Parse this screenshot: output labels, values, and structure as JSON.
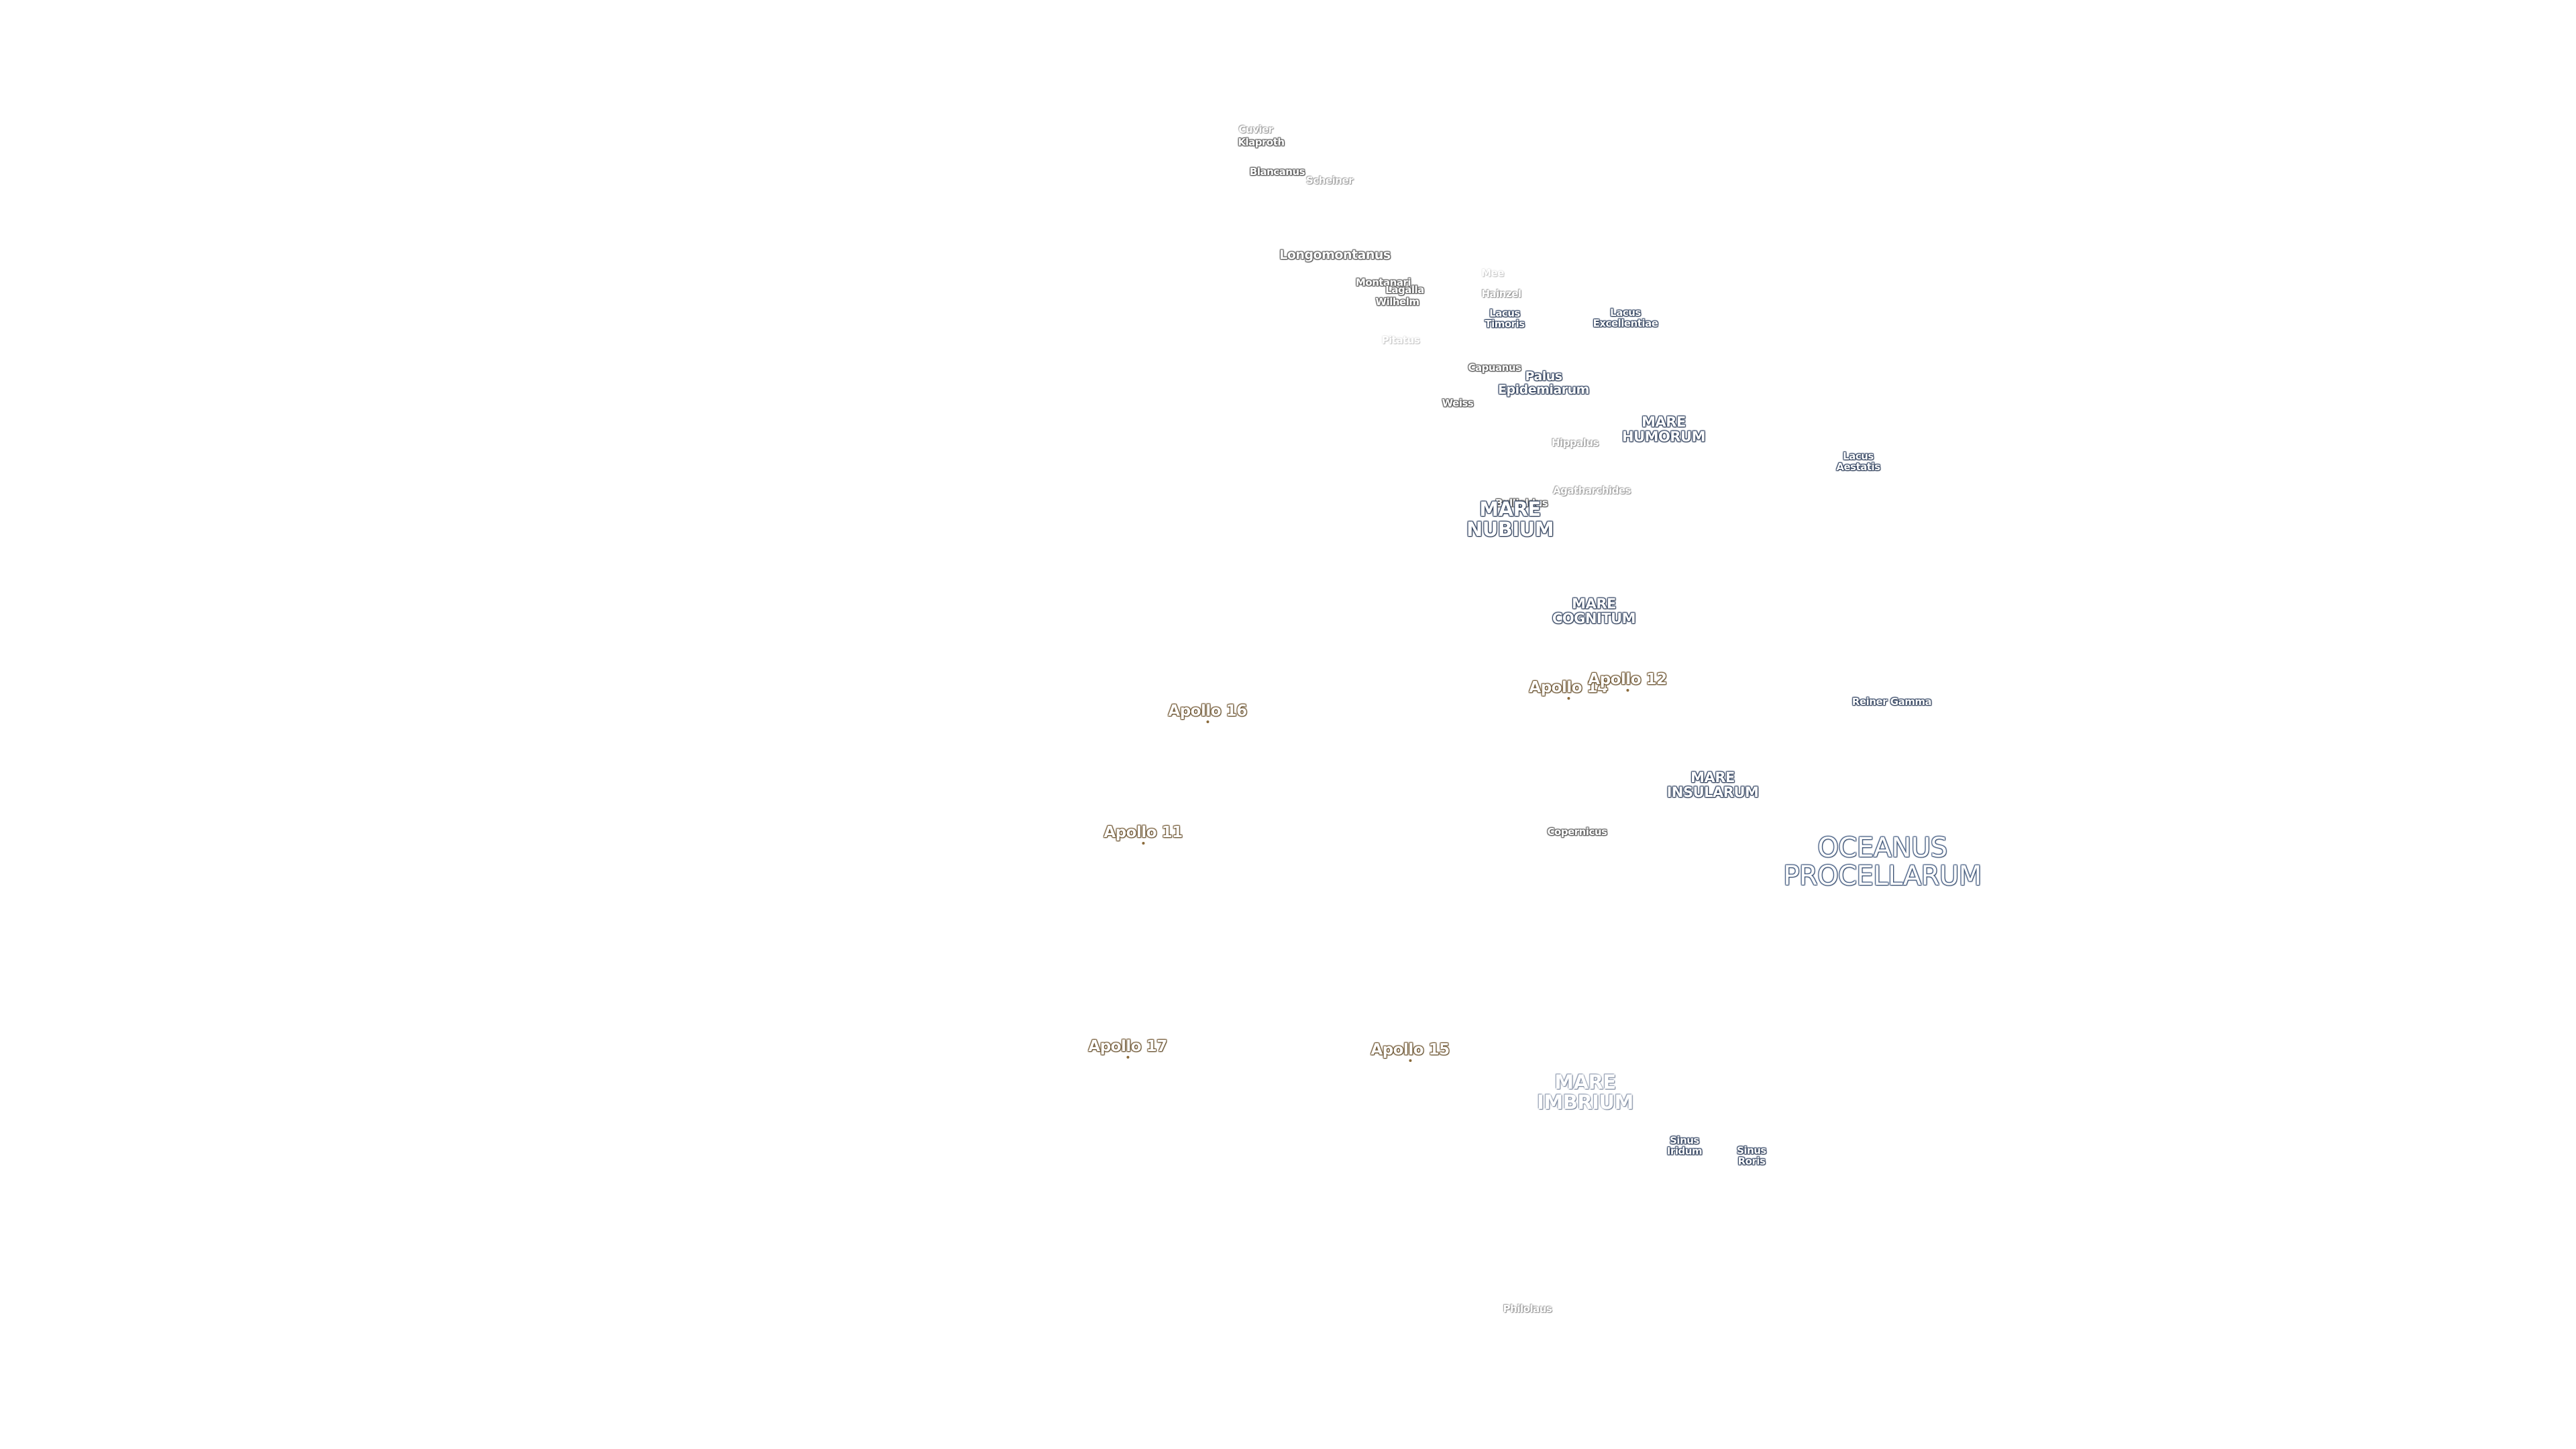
{
  "map": {
    "colors": {
      "background": "#ffffff",
      "mare_outline": "#2c3d58",
      "apollo_outline": "#6b5230",
      "crater_outline": "#5a5a5a"
    },
    "apollo_sites": [
      {
        "key": "apollo16",
        "name": "Apollo 16"
      },
      {
        "key": "apollo11",
        "name": "Apollo 11"
      },
      {
        "key": "apollo17",
        "name": "Apollo 17"
      },
      {
        "key": "apollo15",
        "name": "Apollo 15"
      },
      {
        "key": "apollo14",
        "name": "Apollo 14"
      },
      {
        "key": "apollo12",
        "name": "Apollo 12"
      }
    ],
    "maria": {
      "humorum": "MARE\nHUMORUM",
      "nubium": "MARE\nNUBIUM",
      "cognitum": "MARE\nCOGNITUM",
      "insularum": "MARE\nINSULARUM",
      "imbrium": "MARE\nIMBRIUM",
      "procellarum": "OCEANUS\nPROCELLARUM"
    },
    "lakes_and_bays": {
      "lacus_timoris": "Lacus\nTimoris",
      "lacus_excellentiae": "Lacus\nExcellentiae",
      "palus_epidemiarum": "Palus\nEpidemiarum",
      "lacus_aestatis": "Lacus\nAestatis",
      "sinus_iridum": "Sinus\nIridum",
      "sinus_roris": "Sinus\nRoris",
      "reiner_gamma": "Reiner Gamma"
    },
    "craters": {
      "cuvier": "Cuvier",
      "klaproth": "Klaproth",
      "blancanus": "Blancanus",
      "scheiner": "Scheiner",
      "longomontanus": "Longomontanus",
      "montanari": "Montanari",
      "lagalla": "Lagalla",
      "wilhelm": "Wilhelm",
      "pitatus": "Pitatus",
      "hainzel": "Hainzel",
      "mee": "Mee",
      "capuanus": "Capuanus",
      "weiss": "Weiss",
      "hippalus": "Hippalus",
      "bullialdus": "Bullialdus",
      "agatharchides": "Agatharchides",
      "copernicus": "Copernicus",
      "philolaus": "Philolaus"
    }
  }
}
